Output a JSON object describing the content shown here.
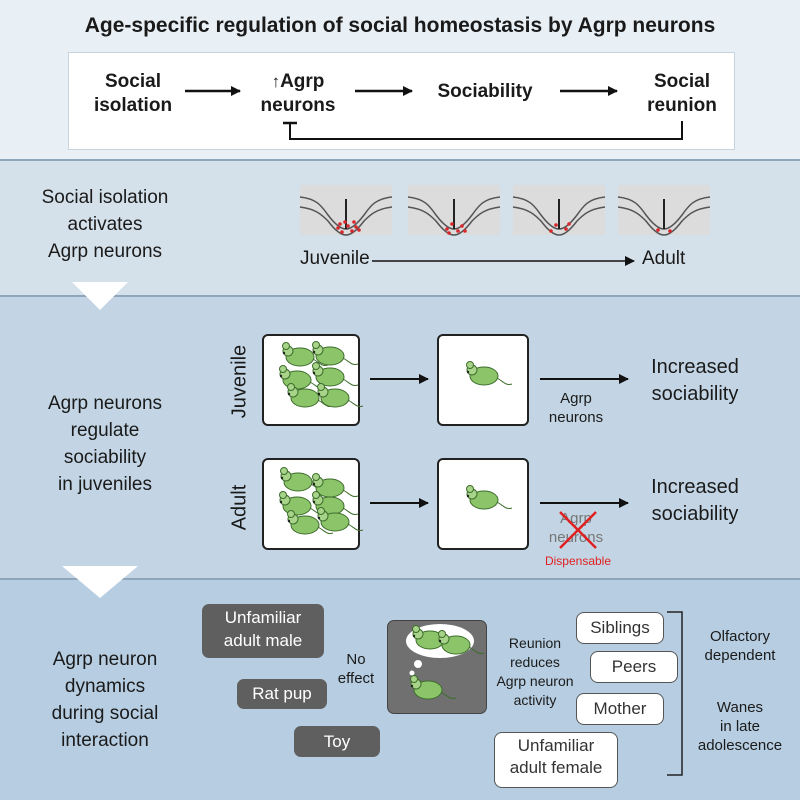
{
  "title": "Age-specific regulation of social homeostasis by Agrp neurons",
  "top": {
    "social_isolation": [
      "Social",
      "isolation"
    ],
    "up_arrow": "↑",
    "agrp_neurons": [
      "Agrp",
      "neurons"
    ],
    "sociability": "Sociability",
    "social_reunion": [
      "Social",
      "reunion"
    ]
  },
  "panel1": {
    "label": [
      "Social isolation",
      "activates",
      "Agrp neurons"
    ],
    "juvenile": "Juvenile",
    "adult": "Adult"
  },
  "panel2": {
    "label": [
      "Agrp neurons",
      "regulate",
      "sociability",
      "in juveniles"
    ],
    "juvenile": "Juvenile",
    "adult": "Adult",
    "agrp_neurons": [
      "Agrp",
      "neurons"
    ],
    "increased_sociability": [
      "Increased",
      "sociability"
    ],
    "dispensable": "Dispensable"
  },
  "panel3": {
    "label": [
      "Agrp neuron",
      "dynamics",
      "during social",
      "interaction"
    ],
    "unfamiliar_adult_male": [
      "Unfamiliar",
      "adult male"
    ],
    "rat_pup": "Rat pup",
    "toy": "Toy",
    "no_effect": [
      "No",
      "effect"
    ],
    "reunion_text": [
      "Reunion",
      "reduces",
      "Agrp neuron",
      "activity"
    ],
    "siblings": "Siblings",
    "peers": "Peers",
    "mother": "Mother",
    "unfamiliar_adult_female": [
      "Unfamiliar",
      "adult female"
    ],
    "olfactory_dependent": [
      "Olfactory",
      "dependent"
    ],
    "wanes": [
      "Wanes",
      "in late",
      "adolescence"
    ]
  },
  "colors": {
    "mouse_green": "#8cc46a",
    "dot_red": "#d9262b",
    "cross_red": "#e02020"
  }
}
